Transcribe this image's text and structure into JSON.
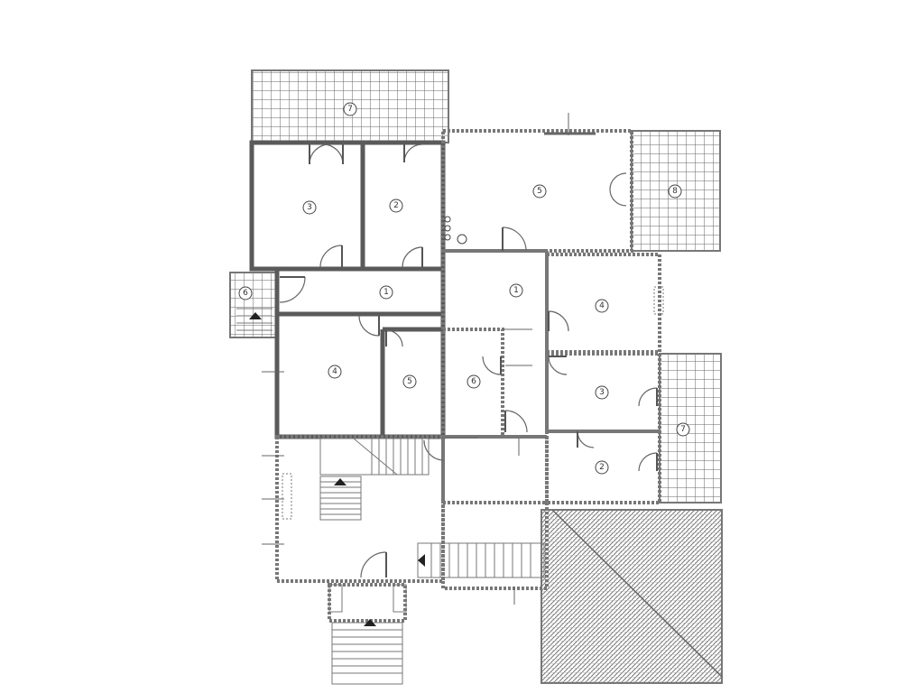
{
  "rooms": {
    "left_terrace_top": "7",
    "left_room_a": "3",
    "left_room_b": "2",
    "left_hall": "1",
    "left_small_terrace": "6",
    "left_room_c": "4",
    "left_room_d": "5",
    "right_living": "5",
    "right_terrace_top": "8",
    "right_hall": "1",
    "right_room_a": "4",
    "right_room_b": "6",
    "right_room_c": "3",
    "right_room_d": "2",
    "right_terrace_side": "7"
  }
}
